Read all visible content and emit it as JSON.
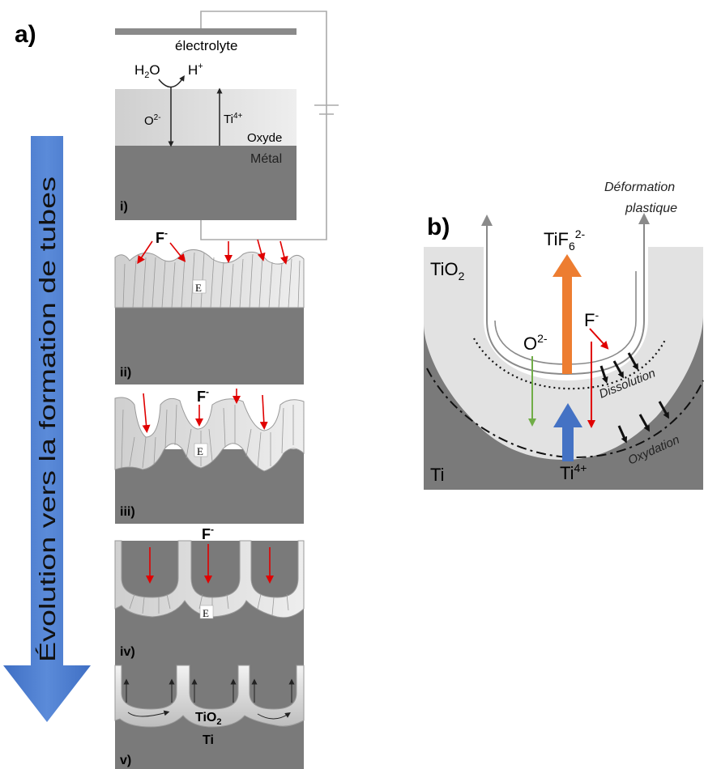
{
  "panel_a": {
    "label": "a)",
    "arrow_text": "Évolution vers la formation de tubes",
    "i": {
      "tag": "i)",
      "electrolyte": "électrolyte",
      "h2o_main": "H",
      "h2o_sub": "2",
      "h2o_tail": "O",
      "hplus_main": "H",
      "hplus_sup": "+",
      "o2_main": "O",
      "o2_sup": "2-",
      "ti_main": "Ti",
      "ti_sup": "4+",
      "oxyde": "Oxyde",
      "metal": "Métal"
    },
    "ii": {
      "tag": "ii)",
      "f_main": "F",
      "f_sup": "-",
      "e_field": "E"
    },
    "iii": {
      "tag": "iii)",
      "f_main": "F",
      "f_sup": "-",
      "e_field": "E"
    },
    "iv": {
      "tag": "iv)",
      "f_main": "F",
      "f_sup": "-",
      "e_field": "E"
    },
    "v": {
      "tag": "v)",
      "tio2_main": "TiO",
      "tio2_sub": "2",
      "ti": "Ti"
    }
  },
  "panel_b": {
    "label": "b)",
    "deformation_line1": "Déformation",
    "deformation_line2": "plastique",
    "tif6_main": "TiF",
    "tif6_sub": "6",
    "tif6_sup": "2-",
    "tio2_main": "TiO",
    "tio2_sub": "2",
    "o2_main": "O",
    "o2_sup": "2-",
    "f_main": "F",
    "f_sup": "-",
    "dissolution": "Dissolution",
    "oxydation": "Oxydation",
    "ti": "Ti",
    "ti4_main": "Ti",
    "ti4_sup": "4+"
  },
  "colors": {
    "blue_arrow": "#4472C4",
    "orange_arrow": "#ED7D31",
    "red_arrow": "#E00000",
    "green_arrow": "#70AD47",
    "oxide": "#e3e3e3",
    "metal": "#7a7a7a"
  }
}
